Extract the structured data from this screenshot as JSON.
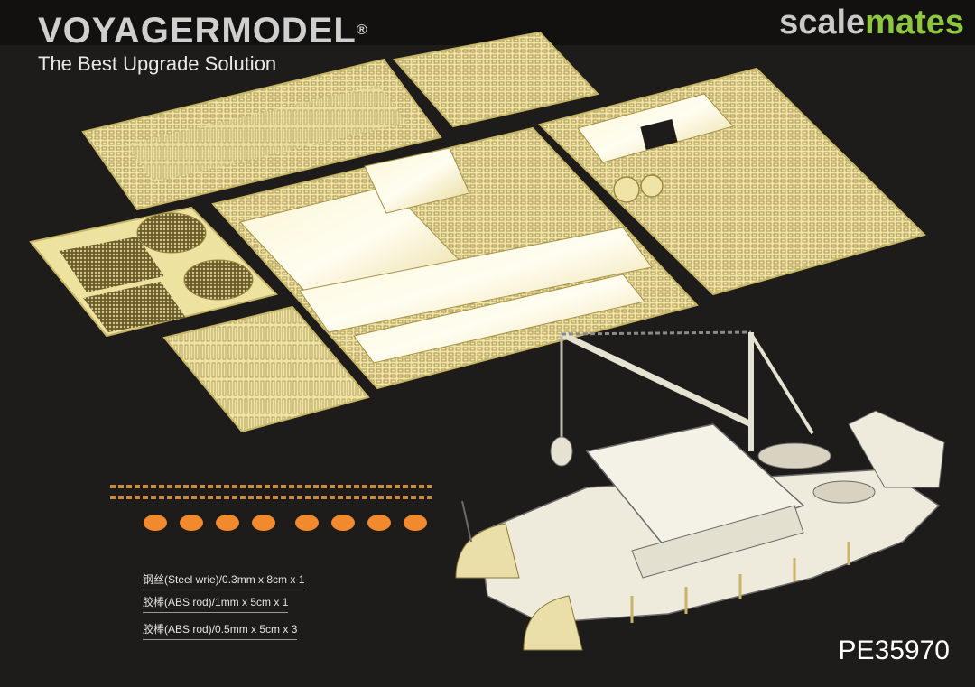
{
  "brand": {
    "name": "VOYAGERMODEL",
    "registered": "®",
    "tagline": "The Best Upgrade Solution"
  },
  "watermark": {
    "part1": "scale",
    "part2": "mates"
  },
  "legend": [
    {
      "text": "钢丝(Steel wrie)/0.3mm x 8cm x 1"
    },
    {
      "text": "胶棒(ABS rod)/1mm x 5cm x 1"
    },
    {
      "text": "胶棒(ABS rod)/0.5mm x 5cm x 3"
    }
  ],
  "product_code": "PE35970",
  "colors": {
    "background": "#1e1c1a",
    "brass": "#e8dc9c",
    "brass_edge": "#a8924a",
    "resin": "#eeeadc",
    "orange_parts": "#f08a2c",
    "scalemates_green": "#8dc63f"
  }
}
